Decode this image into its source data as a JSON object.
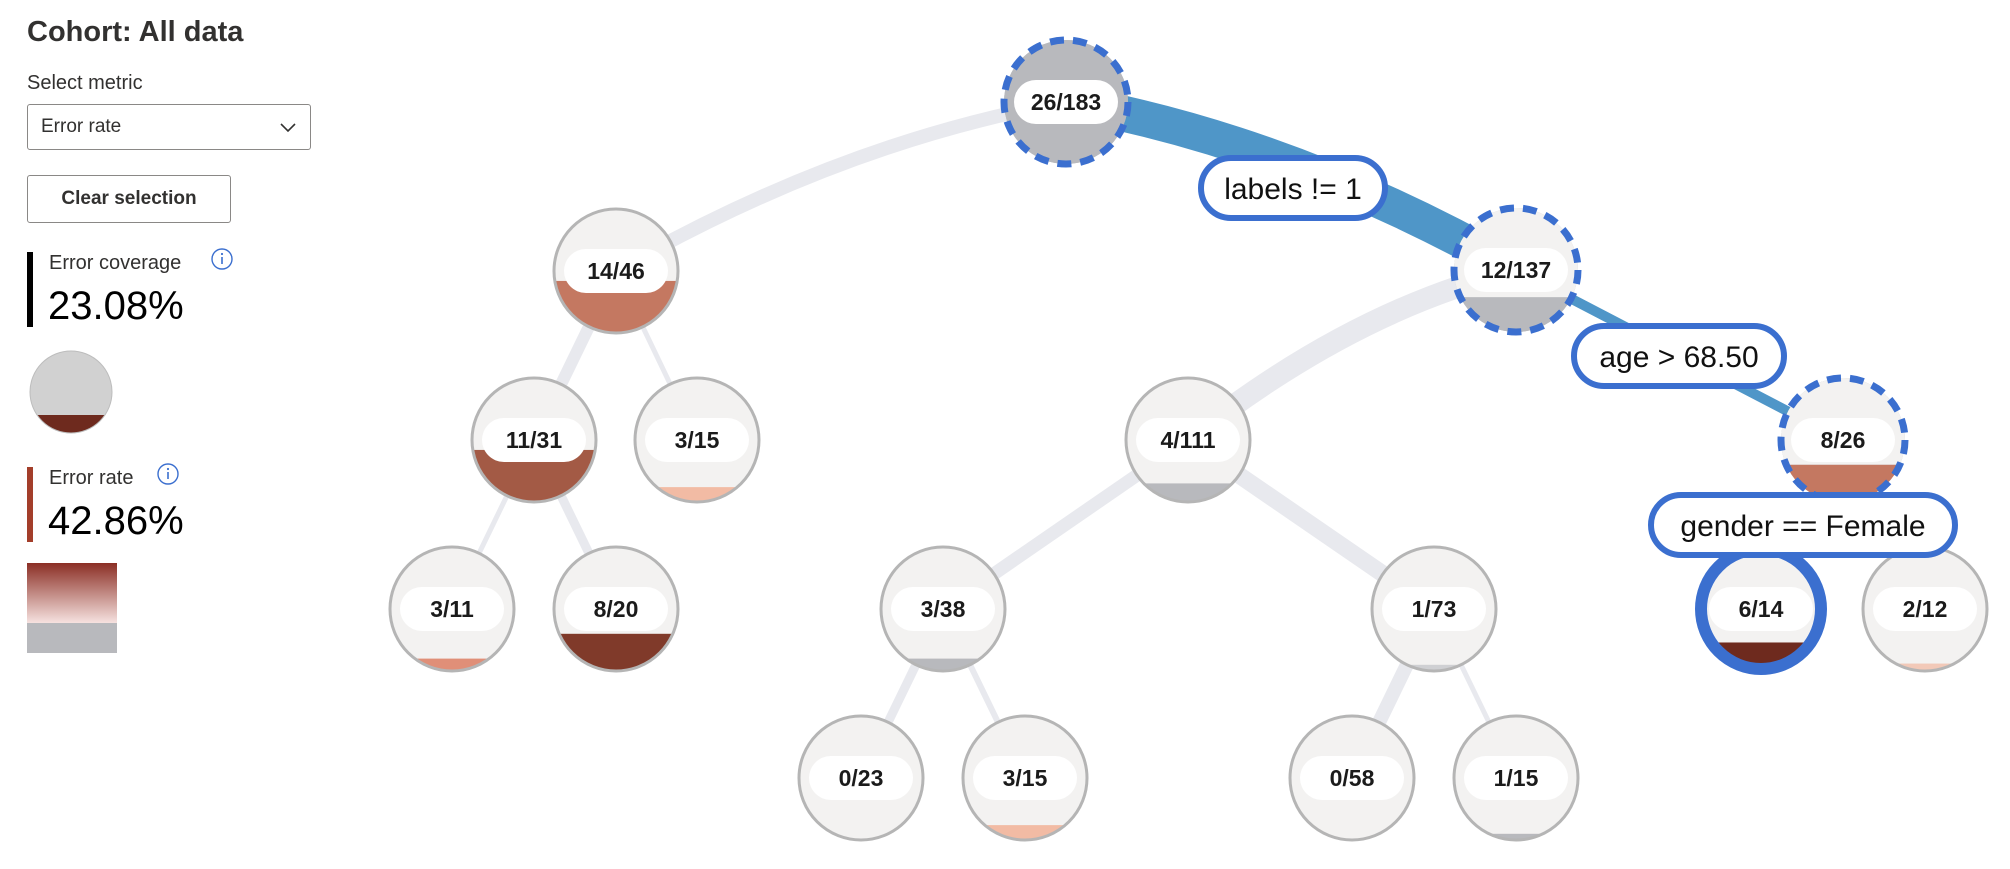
{
  "panel": {
    "cohort_title": "Cohort: All data",
    "select_label": "Select metric",
    "select_value": "Error rate",
    "clear_label": "Clear selection",
    "coverage_label": "Error coverage",
    "coverage_value": "23.08%",
    "rate_label": "Error rate",
    "rate_value": "42.86%"
  },
  "colors": {
    "path": "#4f96c8",
    "link": "#e8e9ee",
    "selected": "#3b6fcf",
    "node_bg": "#f3f2f1",
    "node_border": "#b5b5b5",
    "coverage_bar": "#000000",
    "rate_bar": "#a33e2a"
  },
  "tree": {
    "nodes": [
      {
        "id": "root",
        "label": "26/183",
        "fill": 0.35,
        "color": "#b8b9bd",
        "state": "path"
      },
      {
        "id": "n14_46",
        "label": "14/46",
        "fill": 0.42,
        "color": "#c47861",
        "state": "normal"
      },
      {
        "id": "n12_137",
        "label": "12/137",
        "fill": 0.28,
        "color": "#b8b9bd",
        "state": "path"
      },
      {
        "id": "n11_31",
        "label": "11/31",
        "fill": 0.42,
        "color": "#a35a45",
        "state": "normal"
      },
      {
        "id": "n3_15a",
        "label": "3/15",
        "fill": 0.12,
        "color": "#f2bba4",
        "state": "normal"
      },
      {
        "id": "n4_111",
        "label": "4/111",
        "fill": 0.15,
        "color": "#b8b9bd",
        "state": "normal"
      },
      {
        "id": "n8_26",
        "label": "8/26",
        "fill": 0.3,
        "color": "#c47861",
        "state": "path"
      },
      {
        "id": "n3_11",
        "label": "3/11",
        "fill": 0.1,
        "color": "#e08f78",
        "state": "normal"
      },
      {
        "id": "n8_20",
        "label": "8/20",
        "fill": 0.3,
        "color": "#803a2a",
        "state": "normal"
      },
      {
        "id": "n3_38",
        "label": "3/38",
        "fill": 0.1,
        "color": "#b8b9bd",
        "state": "normal"
      },
      {
        "id": "n1_73",
        "label": "1/73",
        "fill": 0.05,
        "color": "#cfd0d3",
        "state": "normal"
      },
      {
        "id": "n6_14",
        "label": "6/14",
        "fill": 0.23,
        "color": "#6e2a1e",
        "state": "selected"
      },
      {
        "id": "n2_12",
        "label": "2/12",
        "fill": 0.06,
        "color": "#f2c9b8",
        "state": "normal"
      },
      {
        "id": "n0_23",
        "label": "0/23",
        "fill": 0,
        "color": "#b8b9bd",
        "state": "normal"
      },
      {
        "id": "n3_15b",
        "label": "3/15",
        "fill": 0.12,
        "color": "#f2bba4",
        "state": "normal"
      },
      {
        "id": "n0_58",
        "label": "0/58",
        "fill": 0,
        "color": "#b8b9bd",
        "state": "normal"
      },
      {
        "id": "n1_15",
        "label": "1/15",
        "fill": 0.05,
        "color": "#b8b9bd",
        "state": "normal"
      }
    ],
    "links": [
      {
        "from": "root",
        "to": "n14_46",
        "path": false
      },
      {
        "from": "root",
        "to": "n12_137",
        "path": true,
        "condition": "labels != 1"
      },
      {
        "from": "n14_46",
        "to": "n11_31",
        "path": false
      },
      {
        "from": "n14_46",
        "to": "n3_15a",
        "path": false
      },
      {
        "from": "n12_137",
        "to": "n4_111",
        "path": false
      },
      {
        "from": "n12_137",
        "to": "n8_26",
        "path": true,
        "condition": "age > 68.50"
      },
      {
        "from": "n11_31",
        "to": "n3_11",
        "path": false
      },
      {
        "from": "n11_31",
        "to": "n8_20",
        "path": false
      },
      {
        "from": "n4_111",
        "to": "n3_38",
        "path": false
      },
      {
        "from": "n4_111",
        "to": "n1_73",
        "path": false
      },
      {
        "from": "n8_26",
        "to": "n6_14",
        "path": true,
        "condition": "gender == Female"
      },
      {
        "from": "n8_26",
        "to": "n2_12",
        "path": false
      },
      {
        "from": "n3_38",
        "to": "n0_23",
        "path": false
      },
      {
        "from": "n3_38",
        "to": "n3_15b",
        "path": false
      },
      {
        "from": "n1_73",
        "to": "n0_58",
        "path": false
      },
      {
        "from": "n1_73",
        "to": "n1_15",
        "path": false
      }
    ]
  }
}
